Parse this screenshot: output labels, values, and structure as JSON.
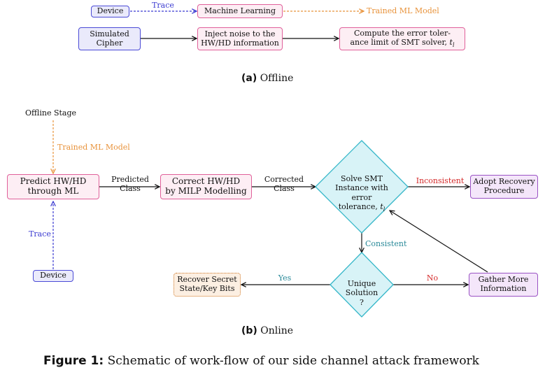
{
  "offline": {
    "device": "Device",
    "trace": "Trace",
    "ml": "Machine Learning",
    "trained": "Trained ML Model",
    "cipher": "Simulated\nCipher",
    "inject": "Inject noise to the\nHW/HD information",
    "compute": "Compute the error toler-\nance limit of SMT solver, ",
    "compute_var": "t",
    "compute_sub": "l",
    "caption_tag": "(a)",
    "caption": "Offline"
  },
  "online": {
    "offline_stage": "Offline Stage",
    "trained": "Trained ML Model",
    "predict": "Predict HW/HD\nthrough ML",
    "predicted_class": "Predicted\nClass",
    "correct": "Correct HW/HD\nby MILP Modelling",
    "corrected_class": "Corrected\nClass",
    "solve": "Solve SMT\nInstance with\nerror\ntolerance, ",
    "solve_var": "t",
    "solve_sub": "l",
    "inconsistent": "Inconsistent",
    "adopt": "Adopt Recovery\nProcedure",
    "consistent": "Consistent",
    "trace": "Trace",
    "device": "Device",
    "recover": "Recover Secret\nState/Key Bits",
    "yes": "Yes",
    "unique": "Unique\nSolution\n?",
    "no": "No",
    "gather": "Gather More\nInformation",
    "caption_tag": "(b)",
    "caption": "Online"
  },
  "figure": {
    "tag": "Figure 1:",
    "caption": "Schematic of work-flow of our side channel attack framework"
  },
  "colors": {
    "pink": "#e0609a",
    "blue": "#4a4ad6",
    "purple": "#9a52c4",
    "orange": "#e8923a",
    "cyan": "#36b7c9",
    "red": "#d42a2a",
    "teal": "#2a8a99"
  }
}
